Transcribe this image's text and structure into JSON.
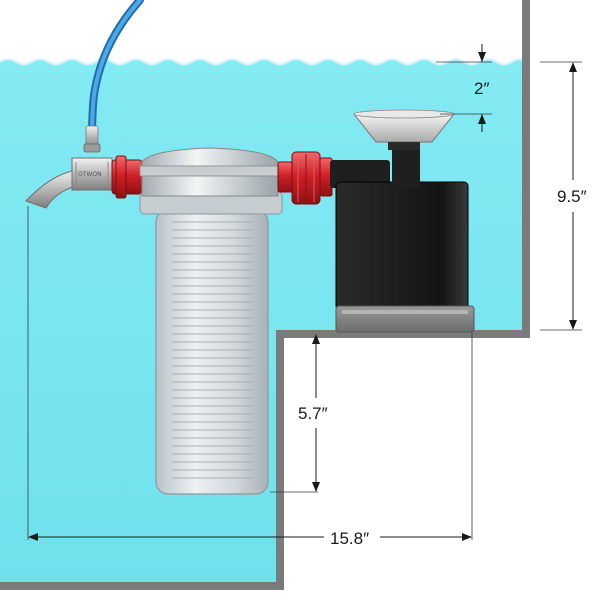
{
  "diagram": {
    "dimensions": {
      "water_depth_above_pump": "2″",
      "water_depth_total": "9.5″",
      "step_height": "5.7″",
      "step_width": "15.8″"
    },
    "brand_label": "OTWON"
  },
  "colors": {
    "water": "#7ae7f1",
    "tank_wall": "#7a7a7a",
    "hose": "#2f8fd3",
    "coupling_red": "#d1262b",
    "pump_body": "#1b1b1b",
    "filter_body": "#d8dde0"
  }
}
